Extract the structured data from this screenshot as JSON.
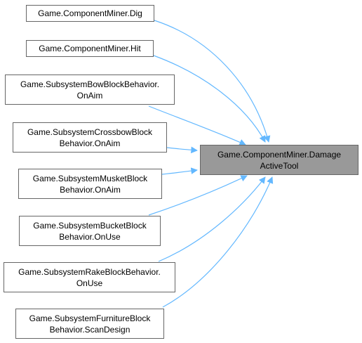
{
  "target": {
    "line1": "Game.ComponentMiner.Damage",
    "line2": "ActiveTool"
  },
  "callers": [
    {
      "line1": "Game.ComponentMiner.Dig",
      "line2": ""
    },
    {
      "line1": "Game.ComponentMiner.Hit",
      "line2": ""
    },
    {
      "line1": "Game.SubsystemBowBlockBehavior.",
      "line2": "OnAim"
    },
    {
      "line1": "Game.SubsystemCrossbowBlock",
      "line2": "Behavior.OnAim"
    },
    {
      "line1": "Game.SubsystemMusketBlock",
      "line2": "Behavior.OnAim"
    },
    {
      "line1": "Game.SubsystemBucketBlock",
      "line2": "Behavior.OnUse"
    },
    {
      "line1": "Game.SubsystemRakeBlockBehavior.",
      "line2": "OnUse"
    },
    {
      "line1": "Game.SubsystemFurnitureBlock",
      "line2": "Behavior.ScanDesign"
    }
  ],
  "colors": {
    "edge": "#63b8ff",
    "node_border": "#666666",
    "target_fill": "#999999"
  }
}
